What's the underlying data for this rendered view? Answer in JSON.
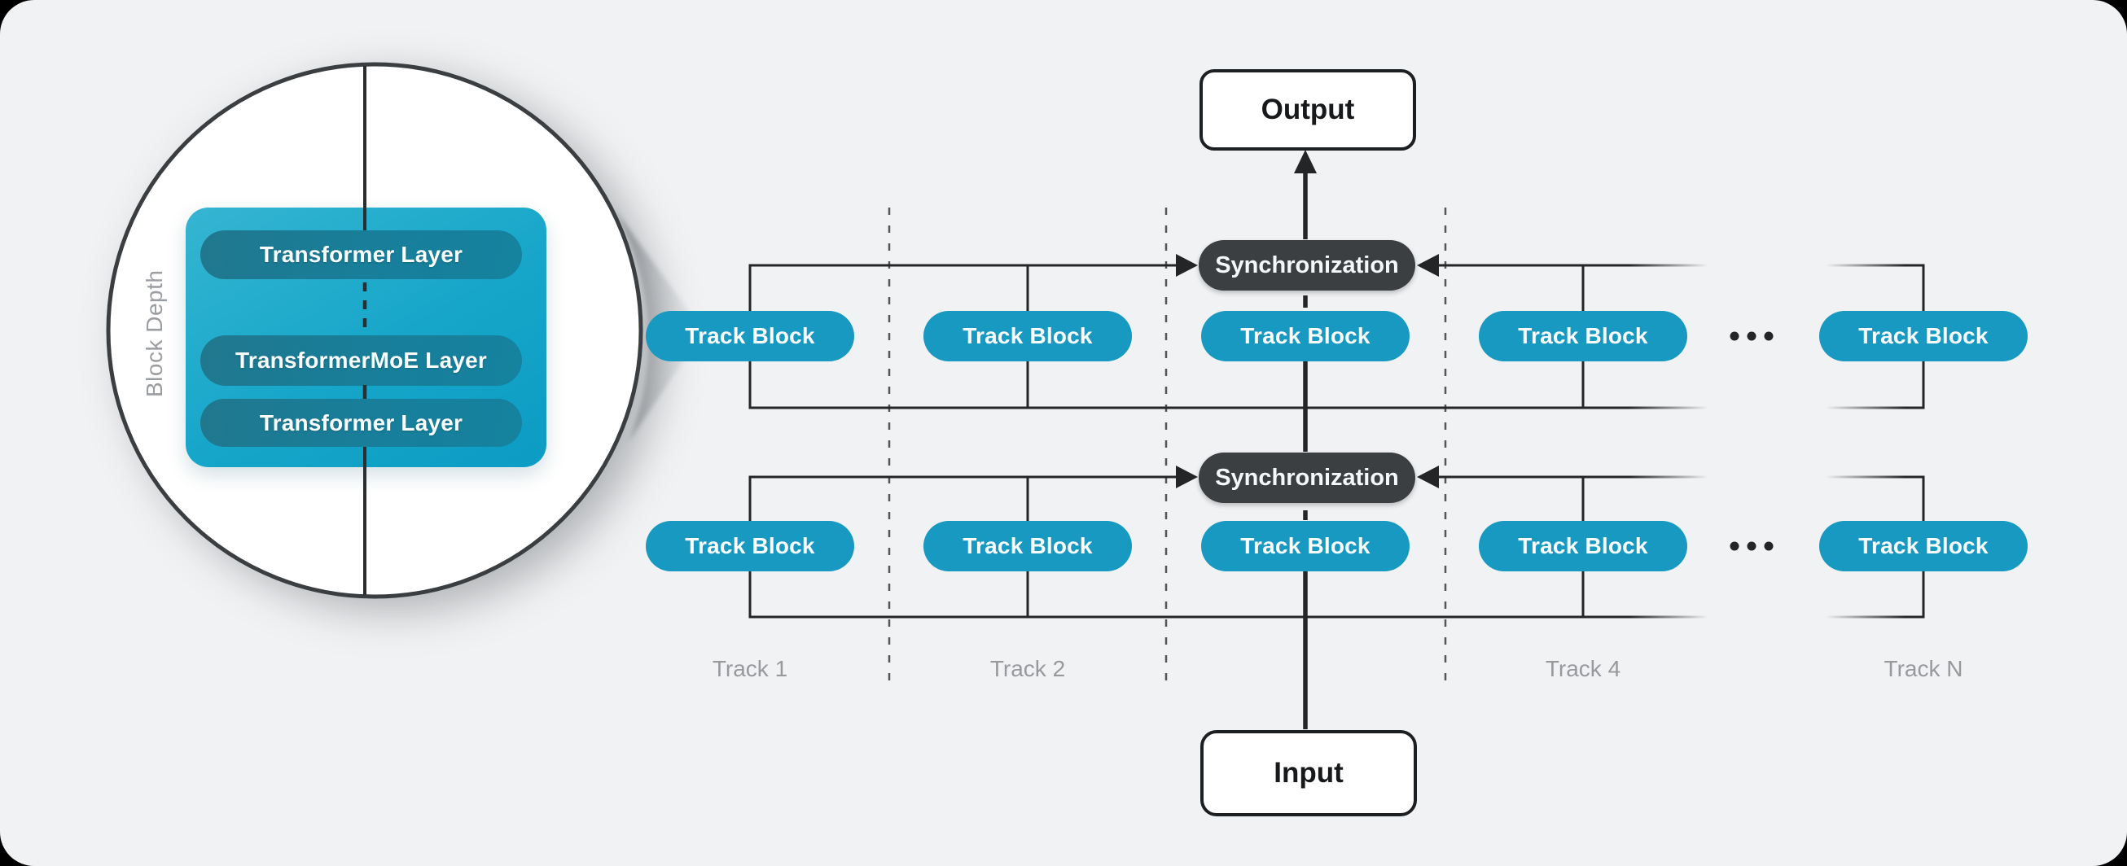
{
  "colors": {
    "background": "#f1f2f4",
    "teal_block": "#1899c1",
    "teal_box_gradient_start": "#35b5d2",
    "teal_box_gradient_end": "#0c9cc4",
    "inner_pill_teal": "#177f9b",
    "sync_dark": "#3c3f42",
    "wire": "#232527",
    "separator_gray": "#54575a",
    "label_gray": "#97999d"
  },
  "magnifier": {
    "depth_label": "Block Depth",
    "layers": [
      "Transformer Layer",
      "TransformerMoE Layer",
      "Transformer Layer"
    ]
  },
  "diagram": {
    "output_label": "Output",
    "input_label": "Input",
    "sync_label": "Synchronization",
    "track_block_label": "Track Block",
    "track_labels": [
      "Track 1",
      "Track 2",
      "Track 4",
      "Track N"
    ],
    "ellipsis": "..."
  }
}
